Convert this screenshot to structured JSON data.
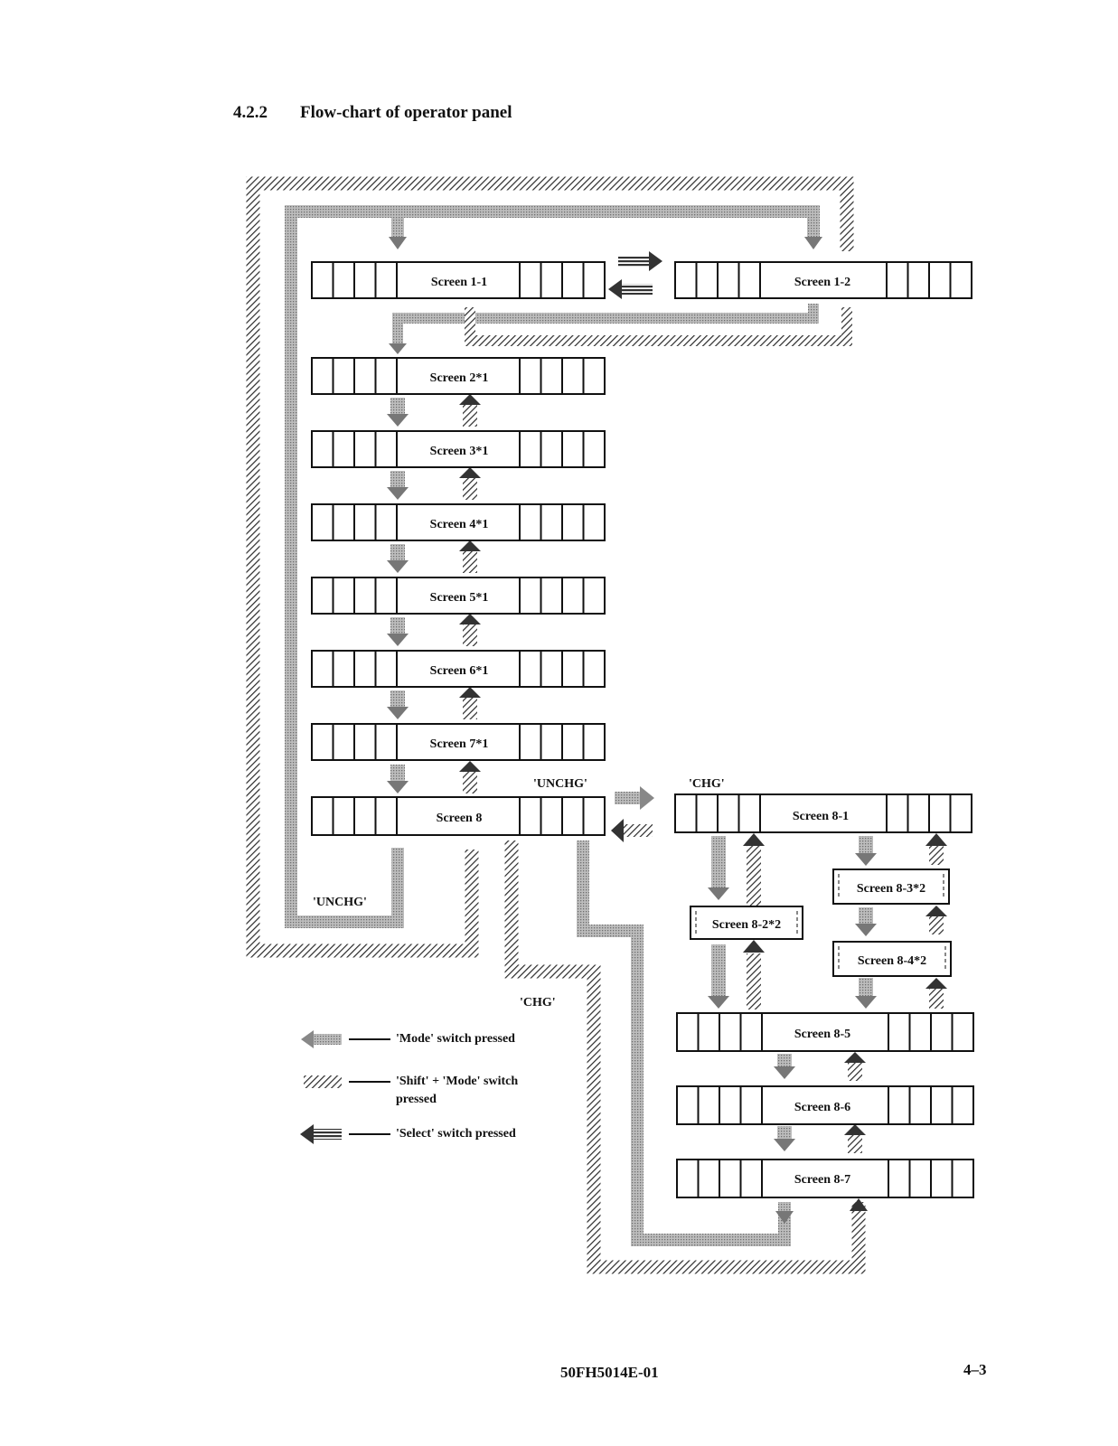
{
  "section": {
    "number": "4.2.2",
    "title": "Flow-chart of operator panel"
  },
  "screens": {
    "s1_1": "Screen 1-1",
    "s1_2": "Screen 1-2",
    "s2": "Screen 2*1",
    "s3": "Screen 3*1",
    "s4": "Screen 4*1",
    "s5": "Screen 5*1",
    "s6": "Screen 6*1",
    "s7": "Screen 7*1",
    "s8": "Screen 8",
    "s8_1": "Screen 8-1",
    "s8_2": "Screen 8-2*2",
    "s8_3": "Screen 8-3*2",
    "s8_4": "Screen 8-4*2",
    "s8_5": "Screen 8-5",
    "s8_6": "Screen 8-6",
    "s8_7": "Screen 8-7"
  },
  "branch_labels": {
    "unchg_right": "'UNCHG'",
    "chg_right": "'CHG'",
    "unchg_loop": "'UNCHG'",
    "chg_bottom": "'CHG'"
  },
  "legend": {
    "mode": "'Mode' switch pressed",
    "shift_mode": "'Shift' + 'Mode' switch pressed",
    "select": "'Select' switch pressed"
  },
  "footer": {
    "doc_code": "50FH5014E-01",
    "page": "4–3"
  },
  "colors": {
    "mode_path": "#9a9a9a",
    "shift_path": "#2a2a2a",
    "select_path": "#555555",
    "line": "#111111"
  }
}
